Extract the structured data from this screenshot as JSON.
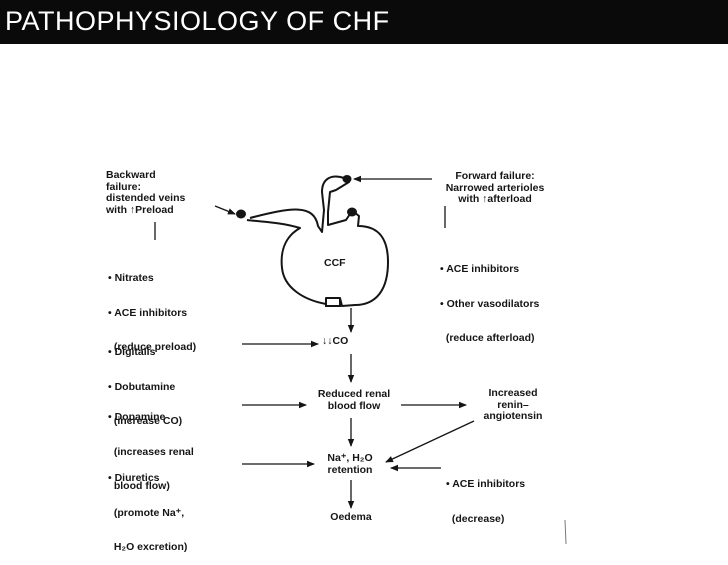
{
  "slide": {
    "title": "PATHOPHYSIOLOGY OF CHF",
    "title_bar_color": "#0a0a0a"
  },
  "diagram": {
    "heart_label": "CCF",
    "backward_failure": [
      "Backward",
      "failure:",
      "distended veins",
      "with ↑Preload"
    ],
    "forward_failure": [
      "Forward failure:",
      "Narrowed arterioles",
      "with ↑afterload"
    ],
    "left_drugs": [
      [
        "• Nitrates",
        "• ACE inhibitors",
        "  (reduce preload)"
      ],
      [
        "• Digitalis",
        "• Dobutamine",
        "  (increase CO)"
      ],
      [
        "• Dopamine",
        "  (increases renal",
        "  blood flow)"
      ],
      [
        "• Diuretics",
        "  (promote Na⁺,",
        "  H₂O excretion)"
      ]
    ],
    "right_drugs": [
      [
        "• ACE inhibitors",
        "• Other vasodilators",
        "  (reduce afterload)"
      ],
      [
        "• ACE inhibitors",
        "  (decrease)"
      ]
    ],
    "center_chain": [
      [
        "↓↓CO"
      ],
      [
        "Reduced renal",
        "blood flow"
      ],
      [
        "Na⁺, H₂O",
        "retention"
      ],
      [
        "Oedema"
      ]
    ],
    "renin": [
      "Increased",
      "renin–",
      "angiotensin"
    ]
  }
}
